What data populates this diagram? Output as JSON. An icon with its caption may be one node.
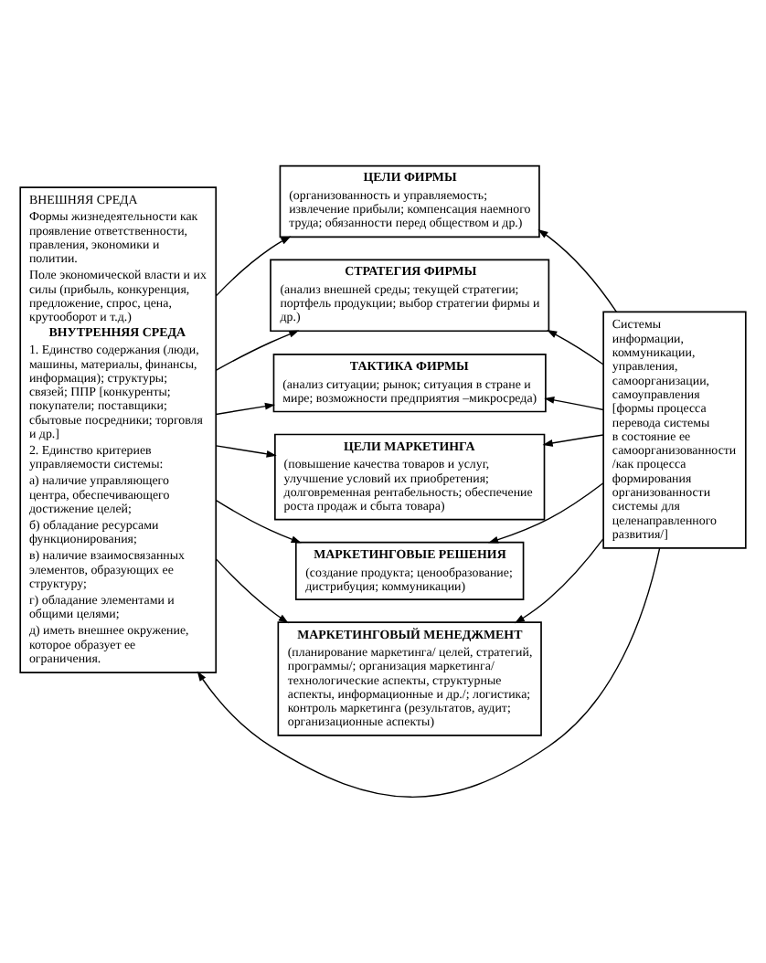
{
  "diagram": {
    "nodes": [
      {
        "text": [
          "ВНЕШНЯЯ СРЕДА",
          "Формы жизнедеятельности как проявление ответственности, правления, экономики и политии.",
          "Поле экономической власти и их силы (прибыль, конкуренция, предложение, спрос, цена, крутооборот и т.д.)",
          "ВНУТРЕННЯЯ СРЕДА",
          "1. Единство содержания (люди, машины, материалы, финансы, информация); структуры; связей; ППР [конкуренты; покупатели; поставщики; сбытовые посредники; торговля и др.]",
          "2. Единство критериев управляемости системы:",
          "а) наличие управляющего центра, обеспечивающего достижение целей;",
          "б) обладание ресурсами функционирования;",
          "в) наличие взаимосвязанных элементов, образующих ее структуру;",
          "г) обладание элементами и общими целями;",
          "д) иметь внешнее окружение, которое образует ее ограничения."
        ]
      },
      {
        "text": [
          "ЦЕЛИ ФИРМЫ",
          "(организованность и управляемость; извлечение прибыли; компенсация наемного труда; обязанности перед обществом и др.)"
        ]
      },
      {
        "text": [
          "СТРАТЕГИЯ ФИРМЫ",
          "(анализ внешней среды; текущей стратегии; портфель продукции; выбор стратегии фирмы и др.)"
        ]
      },
      {
        "text": [
          "ТАКТИКА ФИРМЫ",
          "(анализ ситуации; рынок; ситуация в стране и мире; возможности предприятия –микросреда)"
        ]
      },
      {
        "text": [
          "ЦЕЛИ МАРКЕТИНГА",
          "(повышение качества товаров и услуг, улучшение условий их приобретения; долговременная рентабельность; обеспечение роста продаж и сбыта товара)"
        ]
      },
      {
        "text": [
          "МАРКЕТИНГОВЫЕ РЕШЕНИЯ",
          "(создание продукта; ценообразование; дистрибуция; коммуникации)"
        ]
      },
      {
        "text": [
          "МАРКЕТИНГОВЫЙ МЕНЕДЖМЕНТ",
          "(планирование маркетинга/ целей, стратегий, программы/; организация маркетинга/ технологические аспекты, структурные аспекты, информационные и др./; логистика; контроль маркетинга (результатов, аудит; организационные аспекты)"
        ]
      },
      {
        "text": [
          "Системы информации, коммуникации, управления, самоорганизации, самоуправления [формы процесса перевода системы в состояние ее самоорганизованности /как процесса формирования организованности системы для целенаправленного развития/]"
        ]
      }
    ],
    "edges": [
      {
        "from": 0,
        "to": 1,
        "arrow": "to"
      },
      {
        "from": 0,
        "to": 2,
        "arrow": "to"
      },
      {
        "from": 0,
        "to": 3,
        "arrow": "to"
      },
      {
        "from": 0,
        "to": 4,
        "arrow": "to"
      },
      {
        "from": 0,
        "to": 5,
        "arrow": "to"
      },
      {
        "from": 0,
        "to": 6,
        "arrow": "to"
      },
      {
        "from": 7,
        "to": 1,
        "arrow": "to"
      },
      {
        "from": 7,
        "to": 2,
        "arrow": "to"
      },
      {
        "from": 7,
        "to": 3,
        "arrow": "to"
      },
      {
        "from": 7,
        "to": 4,
        "arrow": "to"
      },
      {
        "from": 7,
        "to": 5,
        "arrow": "to"
      },
      {
        "from": 7,
        "to": 6,
        "arrow": "to"
      },
      {
        "from": 7,
        "to": 0,
        "arrow": "to"
      }
    ]
  }
}
